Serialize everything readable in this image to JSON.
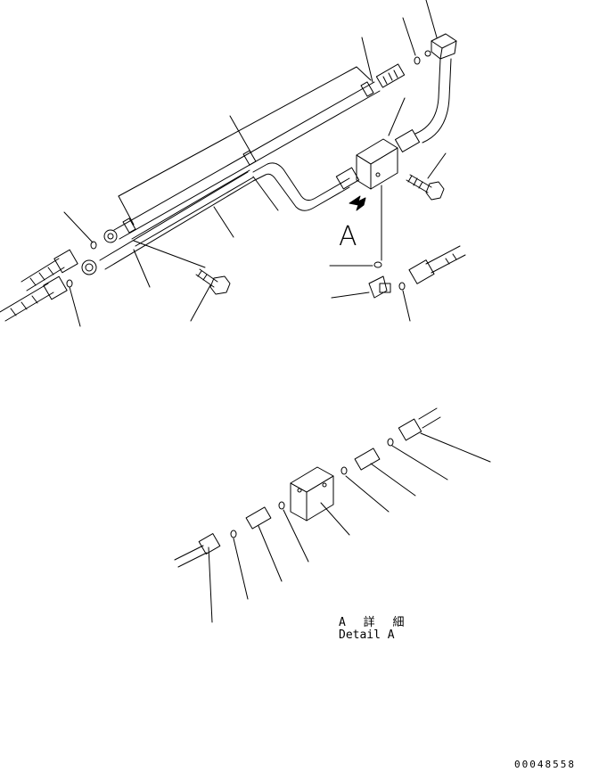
{
  "view_label": "A",
  "detail_label_jp": "A 詳 細",
  "detail_label_en": "Detail A",
  "drawing_number": "00048558"
}
